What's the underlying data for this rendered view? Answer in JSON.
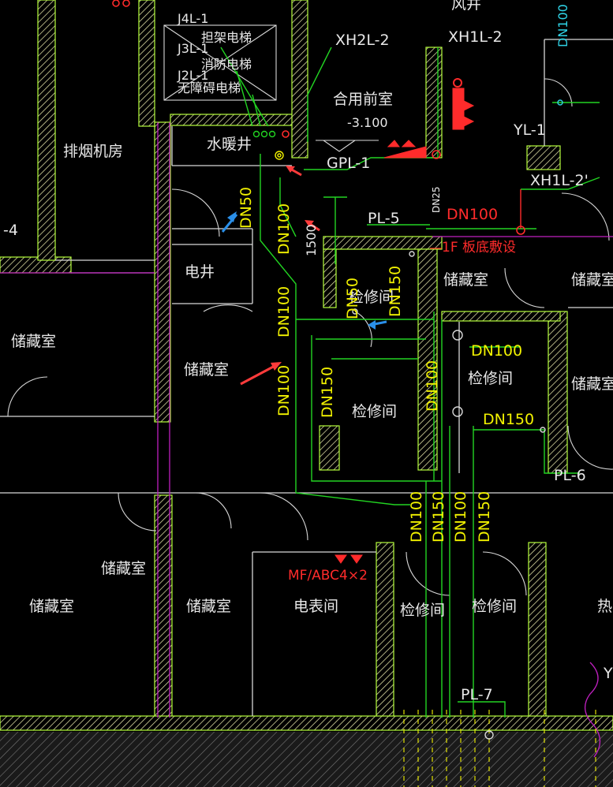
{
  "colors": {
    "background": "#000000",
    "wall_hatch": "#f0f0a0",
    "wall_line": "#b6ff3c",
    "pipe": "#22d422",
    "yellow": "#f2f200",
    "red": "#ff2b2b",
    "magenta": "#c020c0",
    "blue_arrow": "#2a8fe8",
    "cyan": "#2fd3e6"
  },
  "rooms": {
    "smoke_room": "排烟机房",
    "water_heating_shaft": "水暖井",
    "electric_shaft": "电井",
    "storage": "储藏室",
    "maintenance": "检修间",
    "meter_room": "电表间",
    "front_room": "合用前室",
    "elevation": "-3.100",
    "heat_partial": "热"
  },
  "elevator_labels": [
    "J4L-1",
    "担架电梯",
    "J3L-1",
    "消防电梯",
    "J2L-1",
    "无障碍电梯"
  ],
  "pipe_ids": {
    "xh2l2": "XH2L-2",
    "xh1l2_top": "XH1L-2",
    "xh1l2_right": "XH1L-2'",
    "gpl1": "GPL-1",
    "yl1": "YL-1",
    "pl5": "PL-5",
    "pl6": "PL-6",
    "pl7": "PL-7",
    "y_partial": "Y"
  },
  "dn_labels": {
    "dn50": "DN50",
    "dn100": "DN100",
    "dn150": "DN150",
    "dn25": "DN25",
    "dim1500": "1500"
  },
  "notes": {
    "floor_note": "1F 板底敷设",
    "extinguisher": "MF/ABC4×2",
    "partial_4": "-4",
    "partial_wind": "风井"
  }
}
